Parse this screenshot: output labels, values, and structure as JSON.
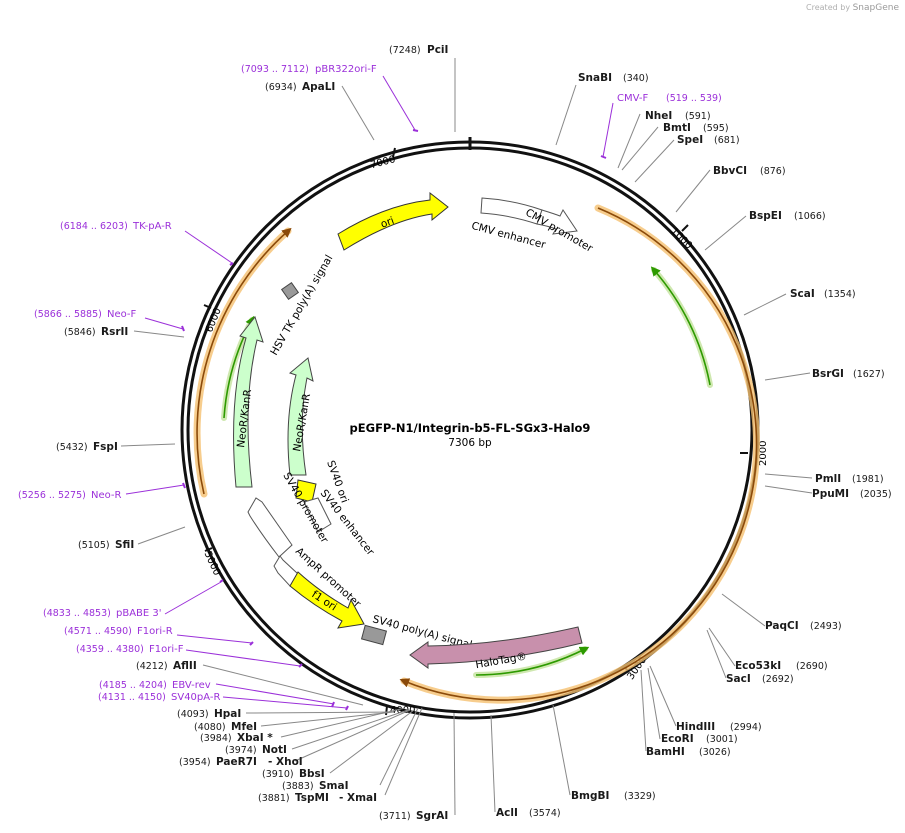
{
  "credit": {
    "prefix": "Created by",
    "brand": "SnapGene"
  },
  "plasmid": {
    "name": "pEGFP-N1/Integrin-b5-FL-SGx3-Halo9",
    "size_label": "7306 bp",
    "length": 7306
  },
  "ruler": [
    "1000",
    "2000",
    "3000",
    "4000",
    "5000",
    "6000",
    "7000"
  ],
  "enzymes": [
    {
      "name": "PciI",
      "pos": "(7248)"
    },
    {
      "name": "SnaBI",
      "pos": "(340)"
    },
    {
      "name": "NheI",
      "pos": "(591)"
    },
    {
      "name": "BmtI",
      "pos": "(595)"
    },
    {
      "name": "SpeI",
      "pos": "(681)"
    },
    {
      "name": "BbvCI",
      "pos": "(876)"
    },
    {
      "name": "BspEI",
      "pos": "(1066)"
    },
    {
      "name": "ScaI",
      "pos": "(1354)"
    },
    {
      "name": "BsrGI",
      "pos": "(1627)"
    },
    {
      "name": "PmlI",
      "pos": "(1981)"
    },
    {
      "name": "PpuMI",
      "pos": "(2035)"
    },
    {
      "name": "PaqCI",
      "pos": "(2493)"
    },
    {
      "name": "Eco53kI",
      "pos": "(2690)"
    },
    {
      "name": "SacI",
      "pos": "(2692)"
    },
    {
      "name": "HindIII",
      "pos": "(2994)"
    },
    {
      "name": "EcoRI",
      "pos": "(3001)"
    },
    {
      "name": "BamHI",
      "pos": "(3026)"
    },
    {
      "name": "BmgBI",
      "pos": "(3329)"
    },
    {
      "name": "AclI",
      "pos": "(3574)"
    },
    {
      "name": "SgrAI",
      "pos": "(3711)"
    },
    {
      "name": "TspMI",
      "pos": "(3881)",
      "extra": "- XmaI"
    },
    {
      "name": "SmaI",
      "pos": "(3883)"
    },
    {
      "name": "BbsI",
      "pos": "(3910)"
    },
    {
      "name": "PaeR7I",
      "pos": "(3954)",
      "extra": "- XhoI"
    },
    {
      "name": "NotI",
      "pos": "(3974)"
    },
    {
      "name": "XbaI *",
      "pos": "(3984)"
    },
    {
      "name": "MfeI",
      "pos": "(4080)"
    },
    {
      "name": "HpaI",
      "pos": "(4093)"
    },
    {
      "name": "AflII",
      "pos": "(4212)"
    },
    {
      "name": "SfiI",
      "pos": "(5105)"
    },
    {
      "name": "FspI",
      "pos": "(5432)"
    },
    {
      "name": "RsrII",
      "pos": "(5846)"
    },
    {
      "name": "ApaLI",
      "pos": "(6934)"
    }
  ],
  "primers": [
    {
      "name": "pBR322ori-F",
      "pos": "(7093 .. 7112)"
    },
    {
      "name": "CMV-F",
      "pos": "(519 .. 539)"
    },
    {
      "name": "TK-pA-R",
      "pos": "(6184 .. 6203)"
    },
    {
      "name": "Neo-F",
      "pos": "(5866 .. 5885)"
    },
    {
      "name": "Neo-R",
      "pos": "(5256 .. 5275)"
    },
    {
      "name": "pBABE 3'",
      "pos": "(4833 .. 4853)"
    },
    {
      "name": "F1ori-R",
      "pos": "(4571 .. 4590)"
    },
    {
      "name": "F1ori-F",
      "pos": "(4359 .. 4380)"
    },
    {
      "name": "EBV-rev",
      "pos": "(4185 .. 4204)"
    },
    {
      "name": "SV40pA-R",
      "pos": "(4131 .. 4150)"
    }
  ],
  "features": {
    "ori": "ori",
    "cmv_enhancer": "CMV enhancer",
    "cmv_promoter": "CMV promoter",
    "hsv_tk": "HSV TK poly(A) signal",
    "neo_outer": "NeoR/KanR",
    "neo_inner": "NeoR/KanR",
    "sv40_ori": "SV40 ori",
    "sv40_enh": "SV40 enhancer",
    "sv40_prom": "SV40 promoter",
    "ampr_prom": "AmpR promoter",
    "f1_ori": "f1 ori",
    "sv40_polya": "SV40 poly(A) signal",
    "halotag": "HaloTag®"
  },
  "colors": {
    "yellow": "#ffff00",
    "green_feature": "#ccffcc",
    "halo": "#c890ac",
    "primer": "#9b30d9",
    "orange_band": "#f5c070",
    "orf_arrow": "#8b4a0a",
    "green_arrow": "#2d9a00",
    "gray_box": "#999999"
  }
}
